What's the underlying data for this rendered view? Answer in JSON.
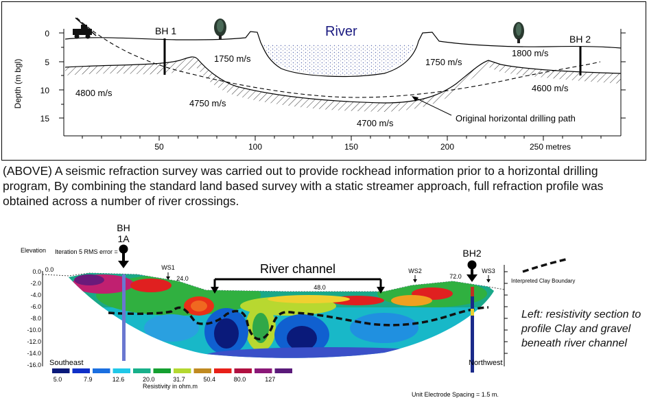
{
  "seismic": {
    "y_axis_label": "Depth (m bgl)",
    "y_ticks": [
      "0",
      "5",
      "10",
      "15"
    ],
    "x_ticks": [
      "50",
      "100",
      "150",
      "200",
      "250 metres"
    ],
    "river_label": "River",
    "borehole_1": "BH 1",
    "borehole_2": "BH 2",
    "velocities": {
      "v1750_left": "1750 m/s",
      "v1750_right": "1750 m/s",
      "v1800": "1800 m/s",
      "v4800": "4800 m/s",
      "v4750": "4750 m/s",
      "v4700": "4700 m/s",
      "v4600": "4600 m/s"
    },
    "drilling_path_label": "Original horizontal drilling path"
  },
  "caption": "(ABOVE) A seismic  refraction survey was carried out to provide rockhead information prior to a horizontal drilling program, By combining the standard land based survey with a static streamer approach, full refraction profile was obtained across a number of river crossings.",
  "resistivity": {
    "elevation_label": "Elevation",
    "elev_ticks": [
      "0.0",
      "-2.0",
      "-4.0",
      "-6.0",
      "-8.0",
      "-10.0",
      "-12.0",
      "-14.0",
      "-16.0"
    ],
    "iteration_text": "Iteration 5 RMS error =",
    "x_ticks": [
      "0.0",
      "24.0",
      "48.0",
      "72.0"
    ],
    "borehole_1a_line1": "BH",
    "borehole_1a_line2": "1A",
    "borehole_2": "BH2",
    "ws1": "WS1",
    "ws2": "WS2",
    "ws3": "WS3",
    "river_channel": "River channel",
    "legend_interpreted": "Interpreted Clay Boundary",
    "southeast": "Southeast",
    "northwest": "Northwest",
    "scale_values": [
      "5.0",
      "7.9",
      "12.6",
      "20.0",
      "31.7",
      "50.4",
      "80.0",
      "127"
    ],
    "scale_colors": [
      "#0a1a7a",
      "#1030c8",
      "#1b6fe0",
      "#20c8e8",
      "#18b08a",
      "#14a030",
      "#b4d830",
      "#c08a20",
      "#e82018",
      "#b01040",
      "#8a1878",
      "#5a1a7a"
    ],
    "scale_title": "Resistivity in ohm.m",
    "unit_spacing": "Unit Electrode Spacing = 1.5 m."
  },
  "left_note": "Left: resistivity section to profile Clay and gravel beneath river channel"
}
